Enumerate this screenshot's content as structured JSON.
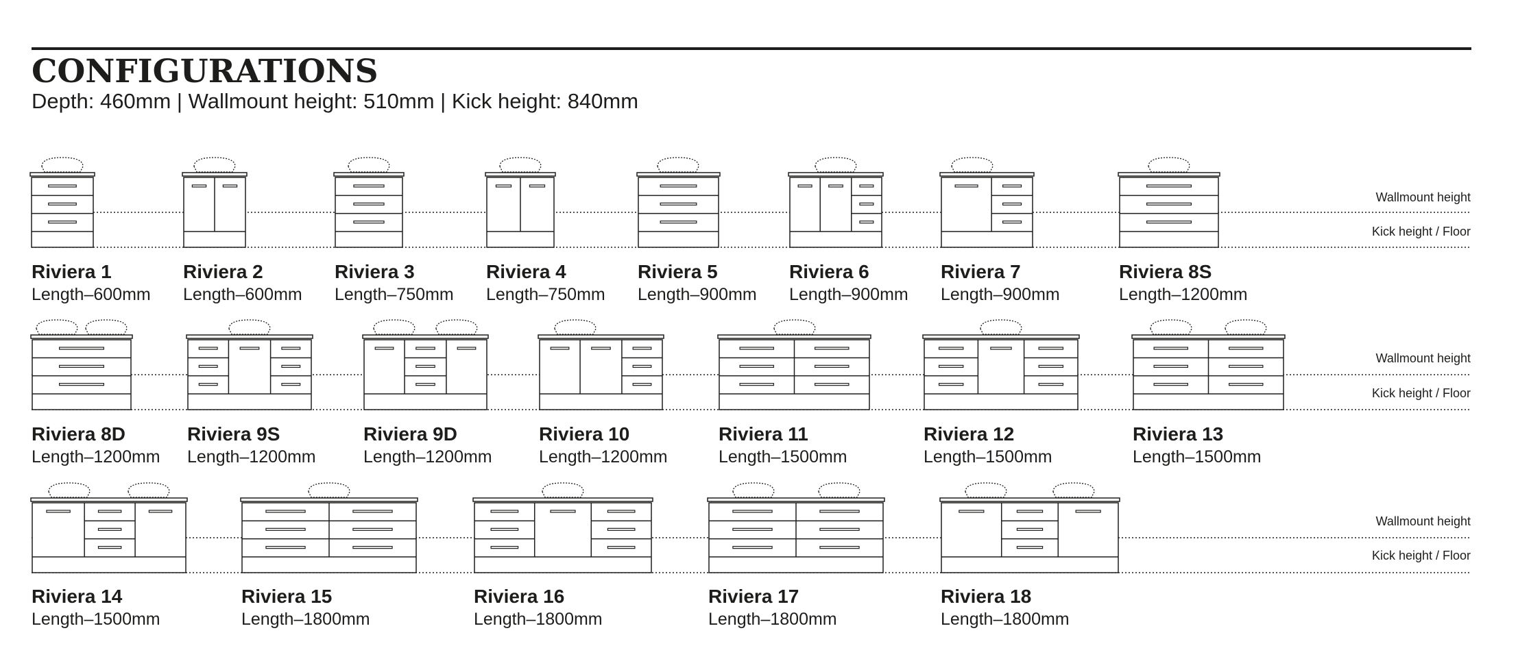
{
  "header": {
    "title": "CONFIGURATIONS",
    "specs": "Depth: 460mm | Wallmount height: 510mm | Kick height: 840mm"
  },
  "guides": {
    "wallmount": "Wallmount height",
    "kick": "Kick height / Floor"
  },
  "rows": [
    {
      "units": [
        {
          "name": "Riviera 1",
          "length": "Length–600mm"
        },
        {
          "name": "Riviera 2",
          "length": "Length–600mm"
        },
        {
          "name": "Riviera 3",
          "length": "Length–750mm"
        },
        {
          "name": "Riviera 4",
          "length": "Length–750mm"
        },
        {
          "name": "Riviera 5",
          "length": "Length–900mm"
        },
        {
          "name": "Riviera 6",
          "length": "Length–900mm"
        },
        {
          "name": "Riviera 7",
          "length": "Length–900mm"
        },
        {
          "name": "Riviera 8S",
          "length": "Length–1200mm"
        }
      ]
    },
    {
      "units": [
        {
          "name": "Riviera 8D",
          "length": "Length–1200mm"
        },
        {
          "name": "Riviera 9S",
          "length": "Length–1200mm"
        },
        {
          "name": "Riviera 9D",
          "length": "Length–1200mm"
        },
        {
          "name": "Riviera 10",
          "length": "Length–1200mm"
        },
        {
          "name": "Riviera 11",
          "length": "Length–1500mm"
        },
        {
          "name": "Riviera 12",
          "length": "Length–1500mm"
        },
        {
          "name": "Riviera 13",
          "length": "Length–1500mm"
        }
      ]
    },
    {
      "units": [
        {
          "name": "Riviera 14",
          "length": "Length–1500mm"
        },
        {
          "name": "Riviera 15",
          "length": "Length–1800mm"
        },
        {
          "name": "Riviera 16",
          "length": "Length–1800mm"
        },
        {
          "name": "Riviera 17",
          "length": "Length–1800mm"
        },
        {
          "name": "Riviera 18",
          "length": "Length–1800mm"
        }
      ]
    }
  ]
}
